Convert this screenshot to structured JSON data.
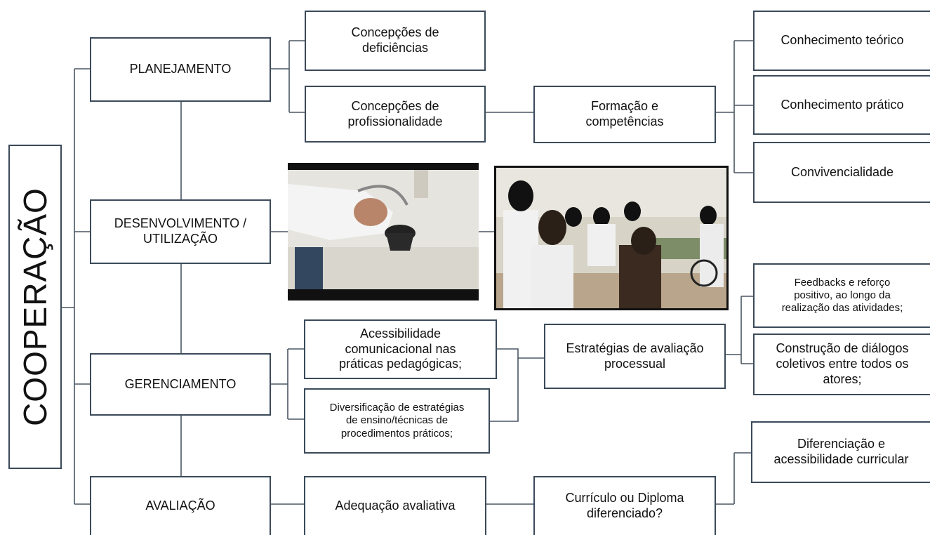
{
  "diagram": {
    "root": "COOPERAÇÃO",
    "level1": {
      "planejamento": "PLANEJAMENTO",
      "desenvolvimento": "DESENVOLVIMENTO /\nUTILIZAÇÃO",
      "gerenciamento": "GERENCIAMENTO",
      "avaliacao": "AVALIAÇÃO"
    },
    "planejamento_branch": {
      "concepcoes_deficiencias": "Concepções de\ndeficiências",
      "concepcoes_profissionalidade": "Concepções de\nprofissionalidade",
      "formacao": "Formação e\ncompetências",
      "conhecimento_teorico": "Conhecimento teórico",
      "conhecimento_pratico": "Conhecimento prático",
      "convivencialidade": "Convivencialidade"
    },
    "gerenciamento_branch": {
      "acessibilidade": "Acessibilidade\ncomunicacional nas\npráticas pedagógicas;",
      "diversificacao": "Diversificação de estratégias\nde ensino/técnicas de\nprocedimentos práticos;",
      "estrategias": "Estratégias de avaliação\nprocessual",
      "feedbacks": "Feedbacks e reforço\npositivo, ao longo da\nrealização das atividades;",
      "construcao": "Construção de diálogos\ncoletivos entre todos os\natores;"
    },
    "avaliacao_branch": {
      "adequacao": "Adequação avaliativa",
      "curriculo": "Currículo ou Diploma\ndiferenciado?",
      "diferenciacao": "Diferenciação e\nacessibilidade curricular"
    }
  }
}
